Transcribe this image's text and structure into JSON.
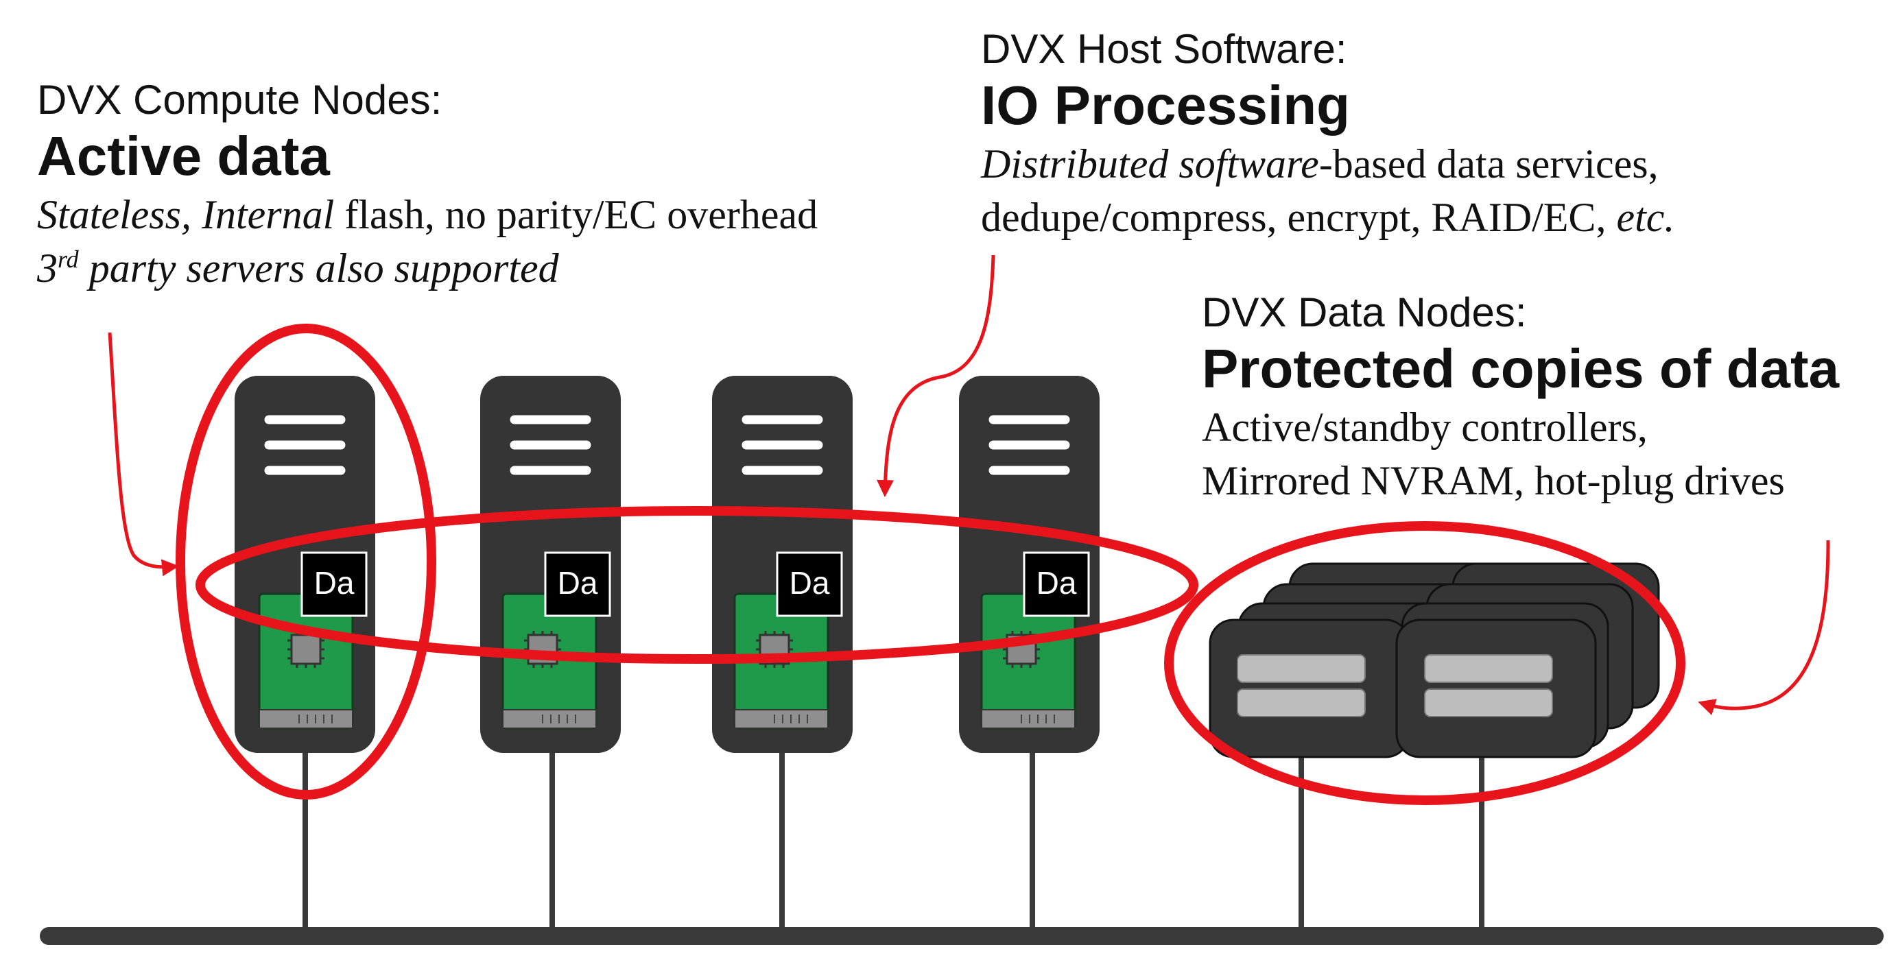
{
  "compute": {
    "kicker": "DVX Compute Nodes:",
    "headline": "Active data",
    "line1_a": "Stateless, Internal",
    "line1_b": " flash, no parity/EC overhead",
    "line2_a": "3",
    "line2_sup": "rd",
    "line2_b": " party servers also supported"
  },
  "host": {
    "kicker": "DVX Host Software:",
    "headline": "IO Processing",
    "line1_a": "Distributed software",
    "line1_b": "-based data services,",
    "line2_a": "dedupe/compress, encrypt, RAID/EC, ",
    "line2_b": "etc."
  },
  "data_nodes": {
    "kicker": "DVX Data Nodes:",
    "headline": "Protected copies of data",
    "line1": "Active/standby controllers,",
    "line2": "Mirrored NVRAM, hot-plug drives"
  },
  "servers": [
    {
      "badge": "Da"
    },
    {
      "badge": "Da"
    },
    {
      "badge": "Da"
    },
    {
      "badge": "Da"
    }
  ],
  "colors": {
    "annotation_red": "#e8141b",
    "server_body": "#353535",
    "board_green": "#1f9a4a",
    "chip_grey": "#8a8a8a",
    "network_bar": "#3a3a3a"
  },
  "icons": [
    "server-icon",
    "circuit-board-icon",
    "chip-icon",
    "storage-array-icon",
    "disk-icon"
  ]
}
